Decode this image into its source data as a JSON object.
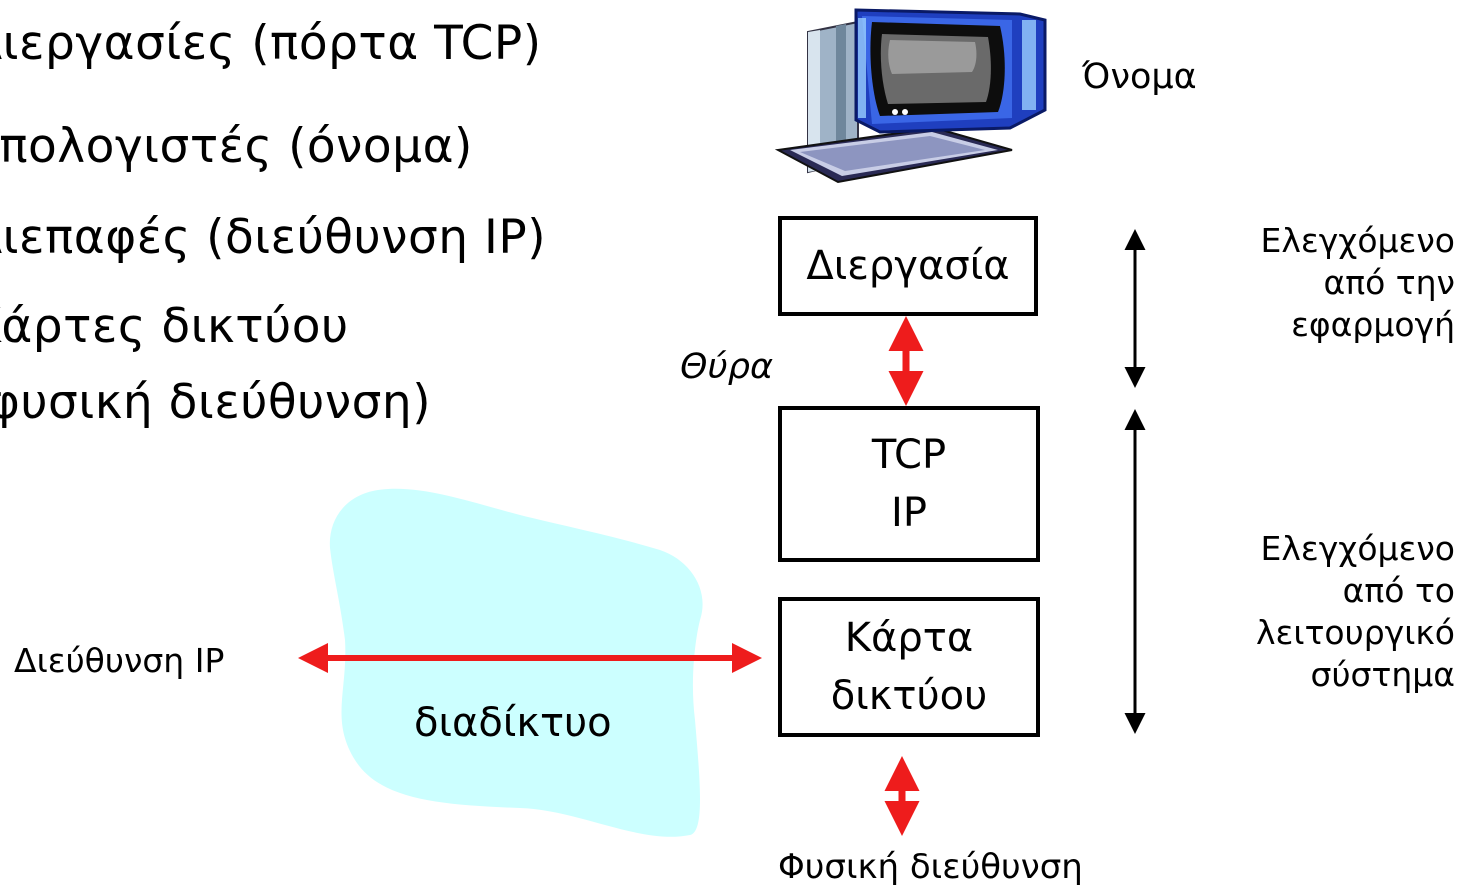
{
  "bullets": [
    "Διεργασίες (πόρτα TCP)",
    "Υπολογιστές (όνομα)",
    "Διεπαφές (διεύθυνση IP)",
    "Κάρτες δικτύου",
    "(φυσική διεύθυνση)"
  ],
  "host_name_label": "Όνομα",
  "stack": {
    "process": "Διεργασία",
    "tcp": "TCP",
    "ip": "IP",
    "nic_line1": "Κάρτα",
    "nic_line2": "δικτύου"
  },
  "port_label": "Θύρα",
  "physical_address_label": "Φυσική διεύθυνση",
  "ip_address_label": "Διεύθυνση IP",
  "internet_label": "διαδίκτυο",
  "app_controlled": {
    "line1": "Ελεγχόμενο",
    "line2": "από την",
    "line3": "εφαρμογή"
  },
  "os_controlled": {
    "line1": "Ελεγχόμενο",
    "line2": "από το",
    "line3": "λειτουργικό",
    "line4": "σύστημα"
  },
  "colors": {
    "arrow_red": "#ee1c1c",
    "cloud": "#ccffff",
    "computer_blue": "#1f3fbf"
  },
  "icons": {
    "computer": "desktop-computer-icon"
  }
}
